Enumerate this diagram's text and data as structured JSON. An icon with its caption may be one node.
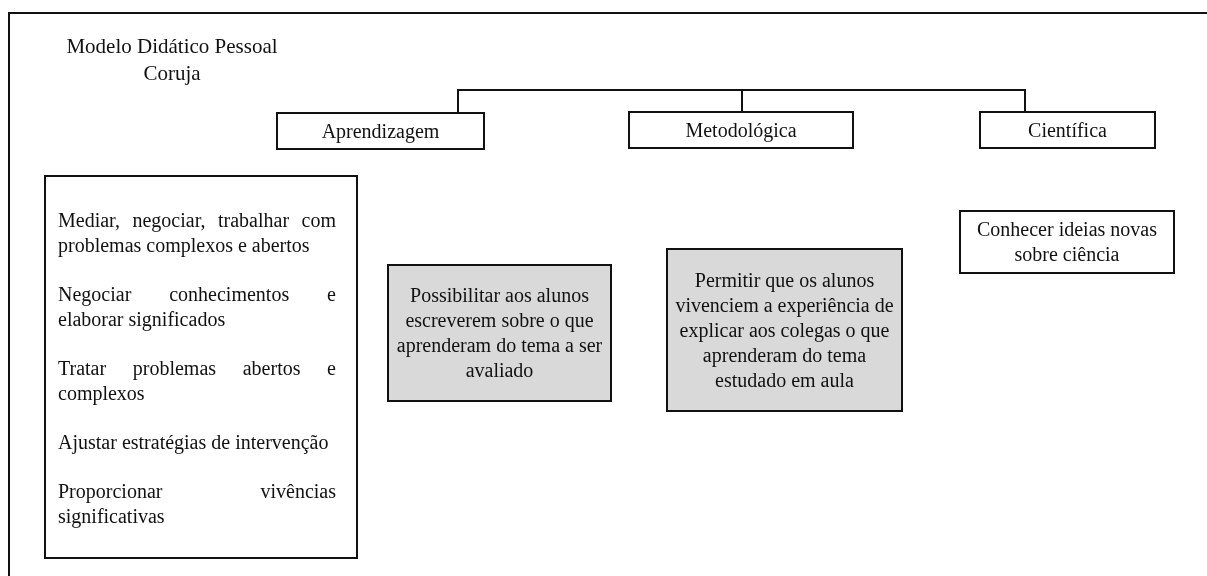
{
  "diagram": {
    "title": "Modelo Didático Pessoal Coruja",
    "nodes": [
      {
        "text": [
          "Aprendizagem"
        ]
      },
      {
        "text": [
          "Metodológica"
        ]
      },
      {
        "text": [
          "Científica"
        ]
      },
      {
        "text": [
          "Mediar, negociar, trabalhar com problemas complexos e abertos",
          "Negociar conhecimentos e elaborar significados",
          "Tratar problemas abertos e complexos",
          "Ajustar estratégias de intervenção",
          "Proporcionar vivências significativas"
        ]
      },
      {
        "text": [
          "Possibilitar aos alunos escreverem sobre o que aprenderam do tema a ser avaliado"
        ]
      },
      {
        "text": [
          "Permitir que os alunos vivenciem a experiência de explicar aos colegas o que aprenderam do tema estudado em aula"
        ]
      },
      {
        "text": [
          "Conhecer ideias novas sobre ciência"
        ]
      }
    ],
    "edges": [
      {
        "from": 0,
        "to": 1,
        "arrow": "none"
      },
      {
        "from": 1,
        "to": 2,
        "arrow": "none"
      }
    ]
  }
}
